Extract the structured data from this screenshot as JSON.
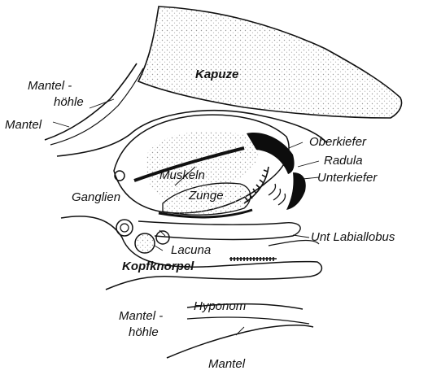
{
  "figure": {
    "labels": {
      "kapuze": "Kapuze",
      "mantelhoehle_top_line1": "Mantel -",
      "mantelhoehle_top_line2": "höhle",
      "mantel_top": "Mantel",
      "oberkiefer": "Oberkiefer",
      "radula": "Radula",
      "unterkiefer": "Unterkiefer",
      "muskeln": "Muskeln",
      "ganglien": "Ganglien",
      "zunge": "Zunge",
      "lacuna": "Lacuna",
      "unt_labiallobus": "Unt Labiallobus",
      "kopfknorpel": "Kopfknorpel",
      "mantelhoehle_bottom_line1": "Mantel -",
      "mantelhoehle_bottom_line2": "höhle",
      "hyponom": "Hyponom",
      "mantel_bottom": "Mantel"
    },
    "colors": {
      "ink": "#111111",
      "stipple": "#b8b8b8",
      "jaw": "#0d0d0d"
    }
  }
}
